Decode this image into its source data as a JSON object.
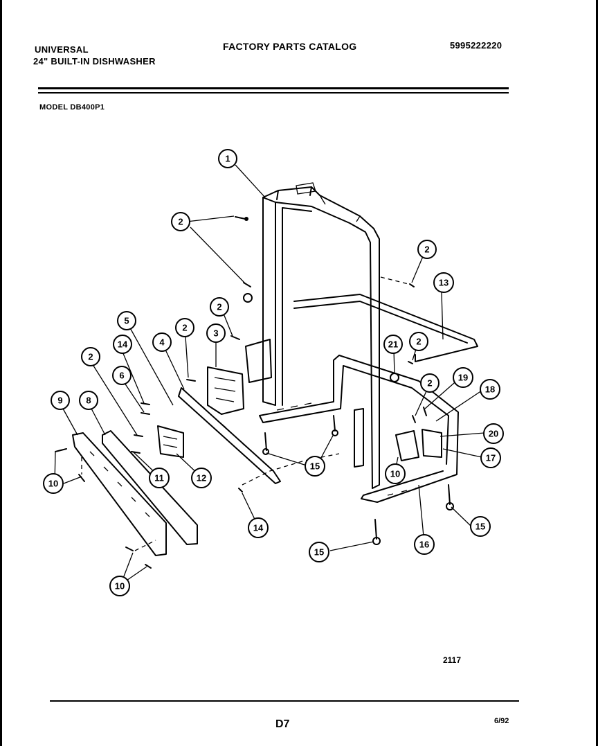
{
  "header": {
    "brand": "UNIVERSAL",
    "model_line": "24\" BUILT-IN DISHWASHER",
    "title": "FACTORY PARTS CATALOG",
    "part_number": "5995222220",
    "model": "MODEL DB400P1"
  },
  "footer": {
    "diagram_code": "2117",
    "page": "D7",
    "date": "6/92"
  },
  "callouts": {
    "c1": "1",
    "c2a": "2",
    "c2b": "2",
    "c2c": "2",
    "c2d": "2",
    "c2e": "2",
    "c2f": "2",
    "c2g": "2",
    "c3": "3",
    "c4": "4",
    "c5": "5",
    "c6": "6",
    "c8": "8",
    "c9": "9",
    "c10a": "10",
    "c10b": "10",
    "c10c": "10",
    "c11": "11",
    "c12": "12",
    "c13": "13",
    "c14a": "14",
    "c14b": "14",
    "c15a": "15",
    "c15b": "15",
    "c15c": "15",
    "c16": "16",
    "c17": "17",
    "c18": "18",
    "c19": "19",
    "c20": "20",
    "c21": "21"
  },
  "colors": {
    "ink": "#000000",
    "paper": "#ffffff"
  }
}
